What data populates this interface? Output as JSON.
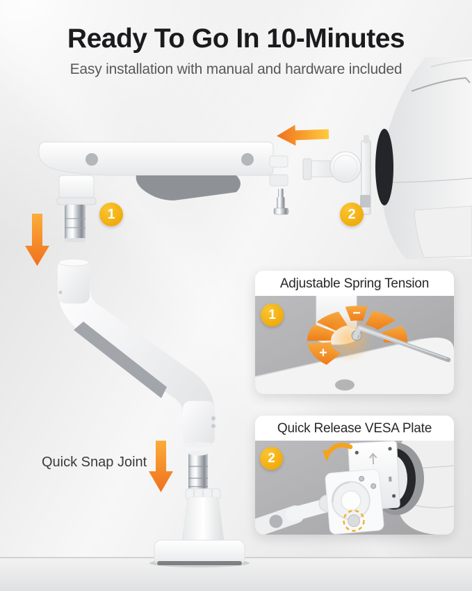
{
  "header": {
    "title": "Ready To Go In 10-Minutes",
    "subtitle": "Easy installation with manual and hardware included"
  },
  "steps": [
    {
      "number": "1"
    },
    {
      "number": "2"
    }
  ],
  "labels": {
    "quick_snap_joint": "Quick Snap Joint"
  },
  "panels": [
    {
      "number": "1",
      "title": "Adjustable Spring Tension",
      "plus_symbol": "+",
      "minus_symbol": "−"
    },
    {
      "number": "2",
      "title": "Quick Release VESA Plate"
    }
  ],
  "colors": {
    "accent_orange": "#F0701E",
    "badge_yellow": "#F2AE0F",
    "photo_gray": "#ACACAE",
    "text_dark": "#1B1B1D",
    "text_gray": "#58585A"
  }
}
